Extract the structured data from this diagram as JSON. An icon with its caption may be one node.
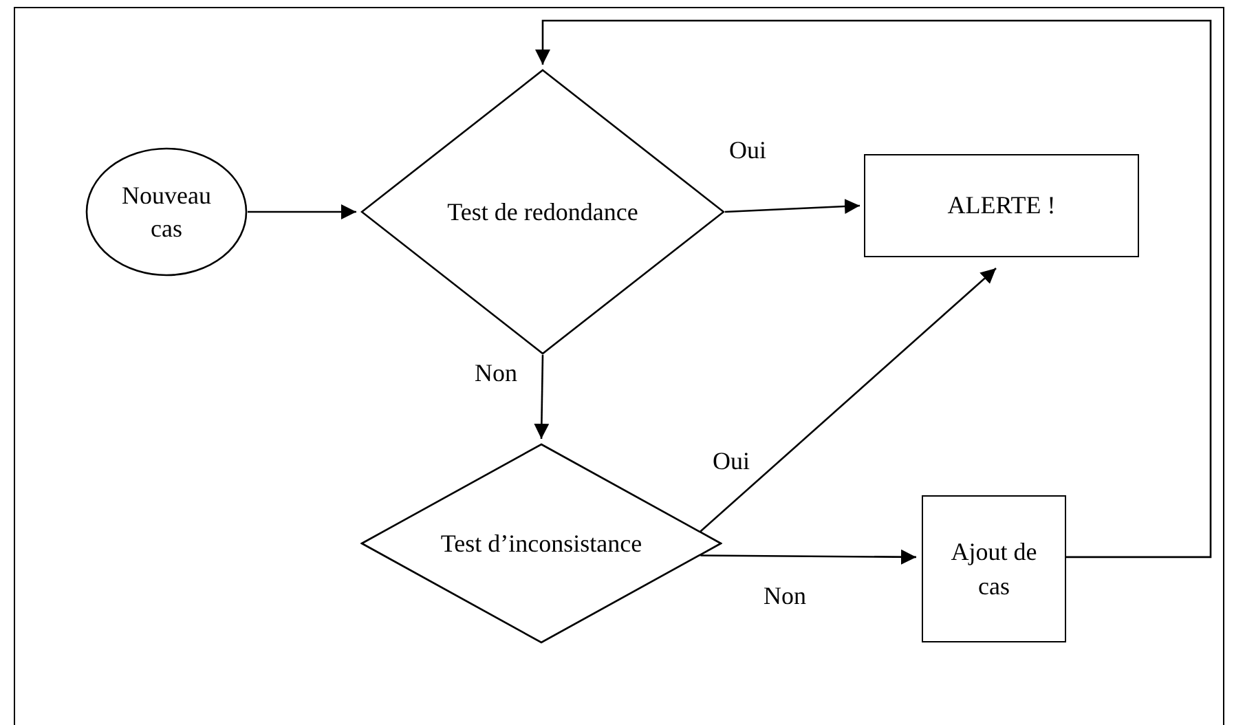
{
  "diagram": {
    "nodes": [
      {
        "text": [
          "Nouveau cas"
        ]
      },
      {
        "text": [
          "Test de redondance"
        ]
      },
      {
        "text": [
          "ALERTE !"
        ]
      },
      {
        "text": [
          "Test d’inconsistance"
        ]
      },
      {
        "text": [
          "Ajout de cas"
        ]
      }
    ],
    "edges": [
      {
        "from": 0,
        "to": 1,
        "arrow": "to"
      },
      {
        "from": 1,
        "to": 2,
        "arrow": "to",
        "label": "Oui"
      },
      {
        "from": 1,
        "to": 3,
        "arrow": "to",
        "label": "Non"
      },
      {
        "from": 3,
        "to": 2,
        "arrow": "to",
        "label": "Oui"
      },
      {
        "from": 3,
        "to": 4,
        "arrow": "to",
        "label": "Non"
      },
      {
        "from": 4,
        "to": 1,
        "arrow": "to"
      }
    ]
  }
}
